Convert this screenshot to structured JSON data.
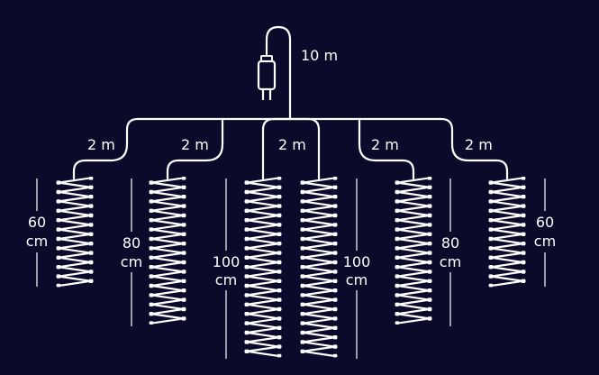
{
  "supply_cable": {
    "length_label": "10 m"
  },
  "branches": [
    {
      "cable_label": "2 m",
      "height_label_1": "60",
      "height_label_2": "cm",
      "height_value_cm": 60
    },
    {
      "cable_label": "2 m",
      "height_label_1": "80",
      "height_label_2": "cm",
      "height_value_cm": 80
    },
    {
      "cable_label": "2 m",
      "height_label_1": "100",
      "height_label_2": "cm",
      "height_value_cm": 100
    },
    {
      "cable_label": "2 m",
      "height_label_1": "100",
      "height_label_2": "cm",
      "height_value_cm": 100
    },
    {
      "cable_label": "2 m",
      "height_label_1": "80",
      "height_label_2": "cm",
      "height_value_cm": 80
    },
    {
      "cable_label": "2 m",
      "height_label_1": "60",
      "height_label_2": "cm",
      "height_value_cm": 60
    }
  ],
  "colors": {
    "background": "#0b0a2b",
    "foreground": "#ffffff"
  }
}
